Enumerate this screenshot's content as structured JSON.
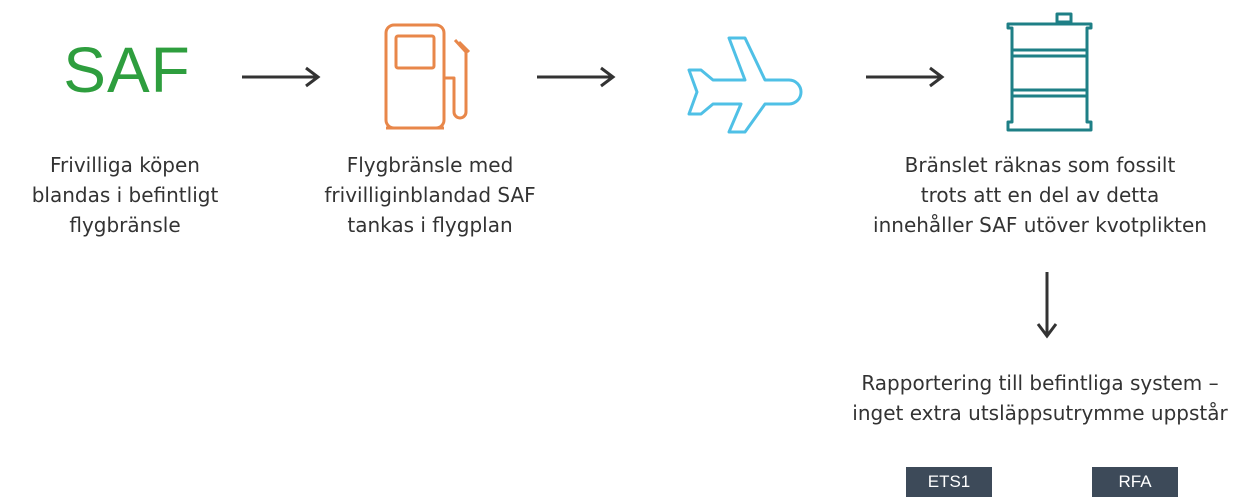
{
  "steps": [
    {
      "icon": "saf-text-logo",
      "logo_text": "SAF",
      "lines": [
        "Frivilliga köpen",
        "blandas i befintligt",
        "flygbränsle"
      ]
    },
    {
      "icon": "fuel-pump-icon",
      "lines": [
        "Flygbränsle med",
        "frivilliginblandad SAF",
        "tankas i flygplan"
      ]
    },
    {
      "icon": "airplane-icon"
    },
    {
      "icon": "barrel-icon",
      "lines": [
        "Bränslet räknas som fossilt",
        "trots att en del av detta",
        "innehåller SAF utöver kvotplikten"
      ]
    }
  ],
  "reporting": {
    "lines": [
      "Rapportering till befintliga system –",
      "inget extra utsläppsutrymme uppstår"
    ],
    "systems": [
      "ETS1",
      "RFA"
    ]
  },
  "colors": {
    "saf_green": "#2e9e3e",
    "pump_orange": "#e8874a",
    "plane_blue": "#4fc0e6",
    "barrel_teal": "#1e7f86",
    "arrow": "#333333",
    "tag_bg": "#3d4a59"
  }
}
